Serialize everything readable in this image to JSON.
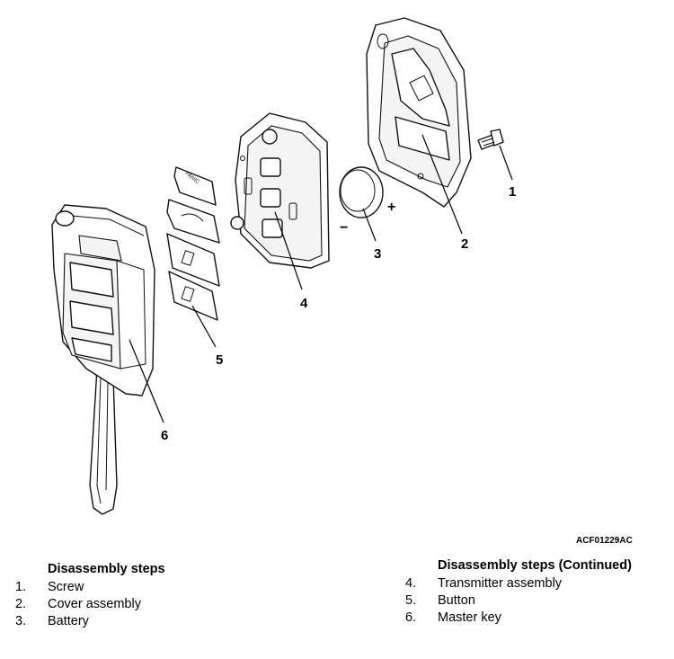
{
  "diagram": {
    "callouts": [
      "1",
      "2",
      "3",
      "4",
      "5",
      "6"
    ],
    "battery_minus": "−",
    "battery_plus": "+",
    "panic_text": "PANIC",
    "figure_code": "ACF01229AC"
  },
  "steps_left": {
    "heading": "Disassembly steps",
    "items": [
      {
        "num": "1.",
        "label": "Screw"
      },
      {
        "num": "2.",
        "label": "Cover assembly"
      },
      {
        "num": "3.",
        "label": "Battery"
      }
    ]
  },
  "steps_right": {
    "heading": "Disassembly steps (Continued)",
    "items": [
      {
        "num": "4.",
        "label": "Transmitter assembly"
      },
      {
        "num": "5.",
        "label": "Button"
      },
      {
        "num": "6.",
        "label": "Master key"
      }
    ]
  }
}
